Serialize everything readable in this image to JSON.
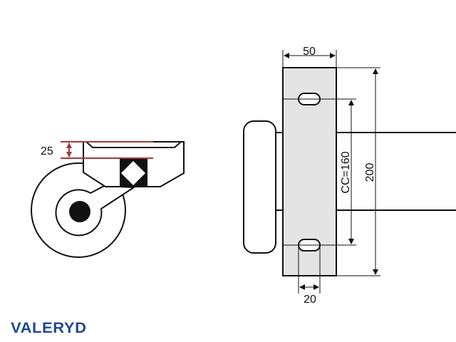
{
  "side_view": {
    "dimension_label": "25",
    "dimension_color": "#a33a3a"
  },
  "front_view": {
    "width_label": "50",
    "cc_label": "CC=160",
    "height_label": "200",
    "slot_label": "20",
    "plate_color": "#e4e4e4"
  },
  "logo": {
    "text": "VALERYD",
    "color": "#1d4b8f"
  }
}
